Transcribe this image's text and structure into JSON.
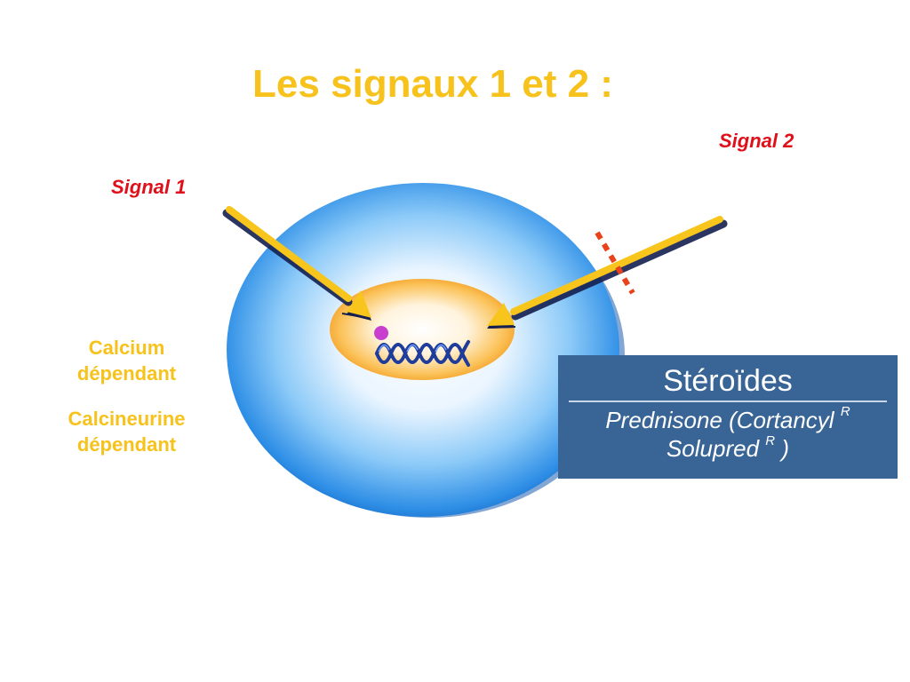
{
  "title": "Les signaux 1 et 2 :",
  "labels": {
    "signal1": "Signal 1",
    "signal2": "Signal 2"
  },
  "dependencies": {
    "calcium_line1": "Calcium",
    "calcium_line2": "dépendant",
    "calcineurine_line1": "Calcineurine",
    "calcineurine_line2": "dépendant"
  },
  "drug_box": {
    "heading": "Stéroïdes",
    "drug1": "Prednisone (Cortancyl",
    "drug1_sup": "R",
    "drug2": "Solupred",
    "drug2_sup": "R",
    "drug2_close": " )"
  },
  "colors": {
    "title": "#f6c21b",
    "signal_labels": "#e0101a",
    "arrows": "#f7c51c",
    "cell": "#2f8fe6",
    "nucleus": "#f7a82a",
    "dna": "#1f3c9a",
    "box_background": "#386596",
    "block_marks": "#e8431a"
  }
}
